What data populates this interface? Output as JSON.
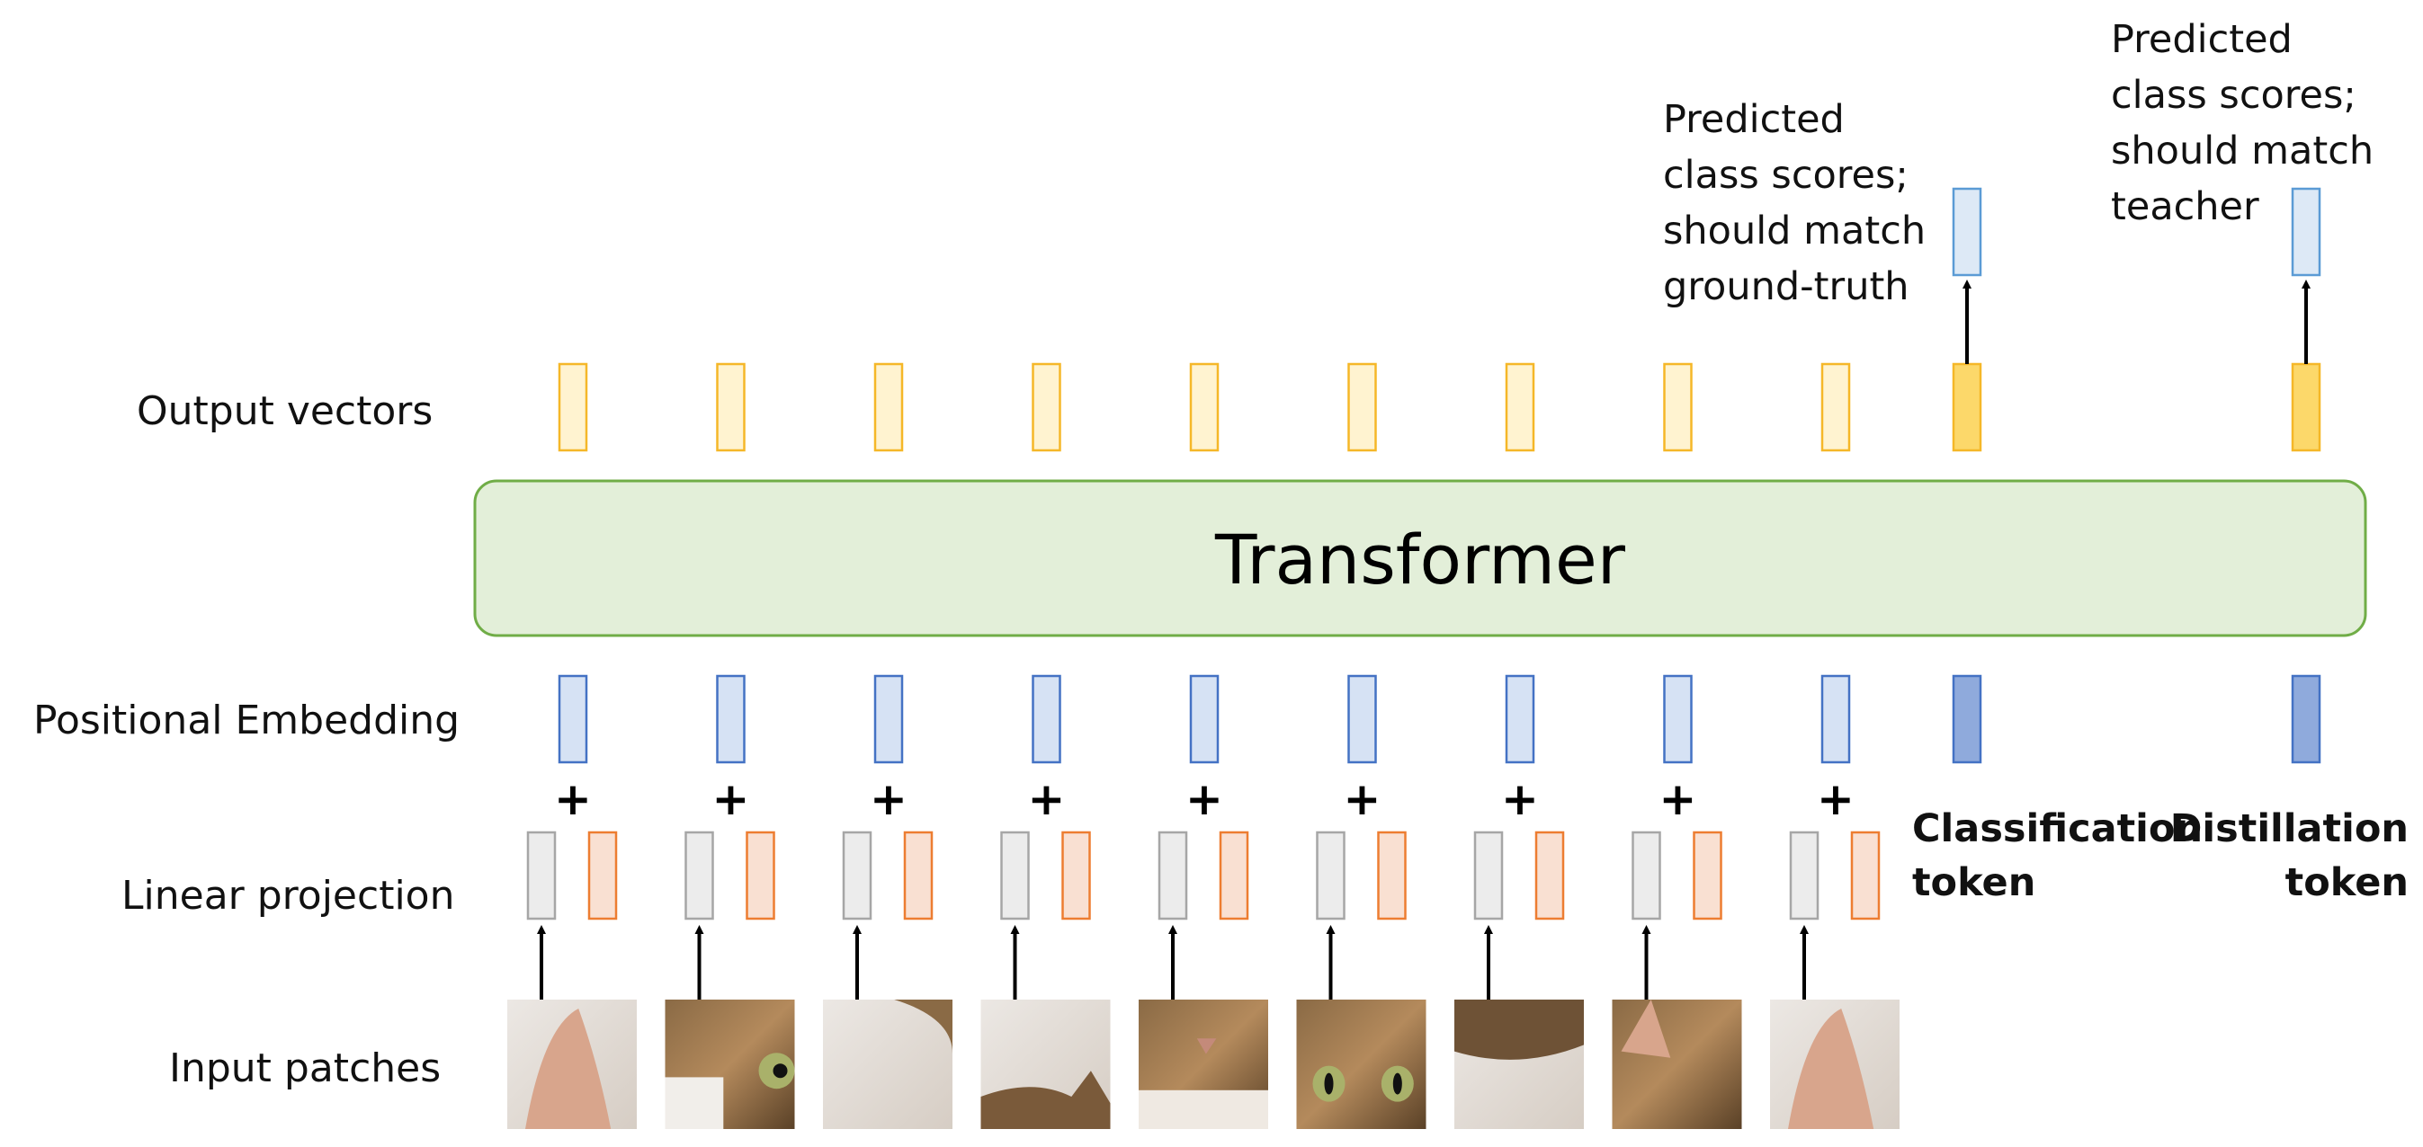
{
  "row_labels": {
    "output_vectors": "Output vectors",
    "positional_embedding": "Positional Embedding",
    "linear_projection": "Linear projection",
    "input_patches": "Input patches"
  },
  "transformer": {
    "label": "Transformer"
  },
  "annotations": {
    "class_scores_gt": "Predicted\nclass scores;\nshould match\nground-truth",
    "class_scores_teacher": "Predicted\nclass scores;\nshould match\nteacher"
  },
  "tokens": {
    "classification": "Classification\ntoken",
    "distillation": "Distillation\ntoken"
  },
  "plus_sign": "+",
  "patch_count": 9,
  "colors": {
    "output_fill": "#fff3d0",
    "output_stroke": "#f5b728",
    "output_token_fill": "#fcd86a",
    "score_fill": "#dde9f6",
    "score_stroke": "#5b9bd5",
    "pos_fill": "#d6e2f4",
    "pos_stroke": "#4472c4",
    "pos_token_fill": "#8faadc",
    "proj_gray_fill": "#ececec",
    "proj_gray_stroke": "#a6a6a6",
    "proj_orange_fill": "#f9e0d2",
    "proj_orange_stroke": "#ed7d31",
    "transformer_fill": "#e3efd9",
    "transformer_stroke": "#70ad47"
  }
}
